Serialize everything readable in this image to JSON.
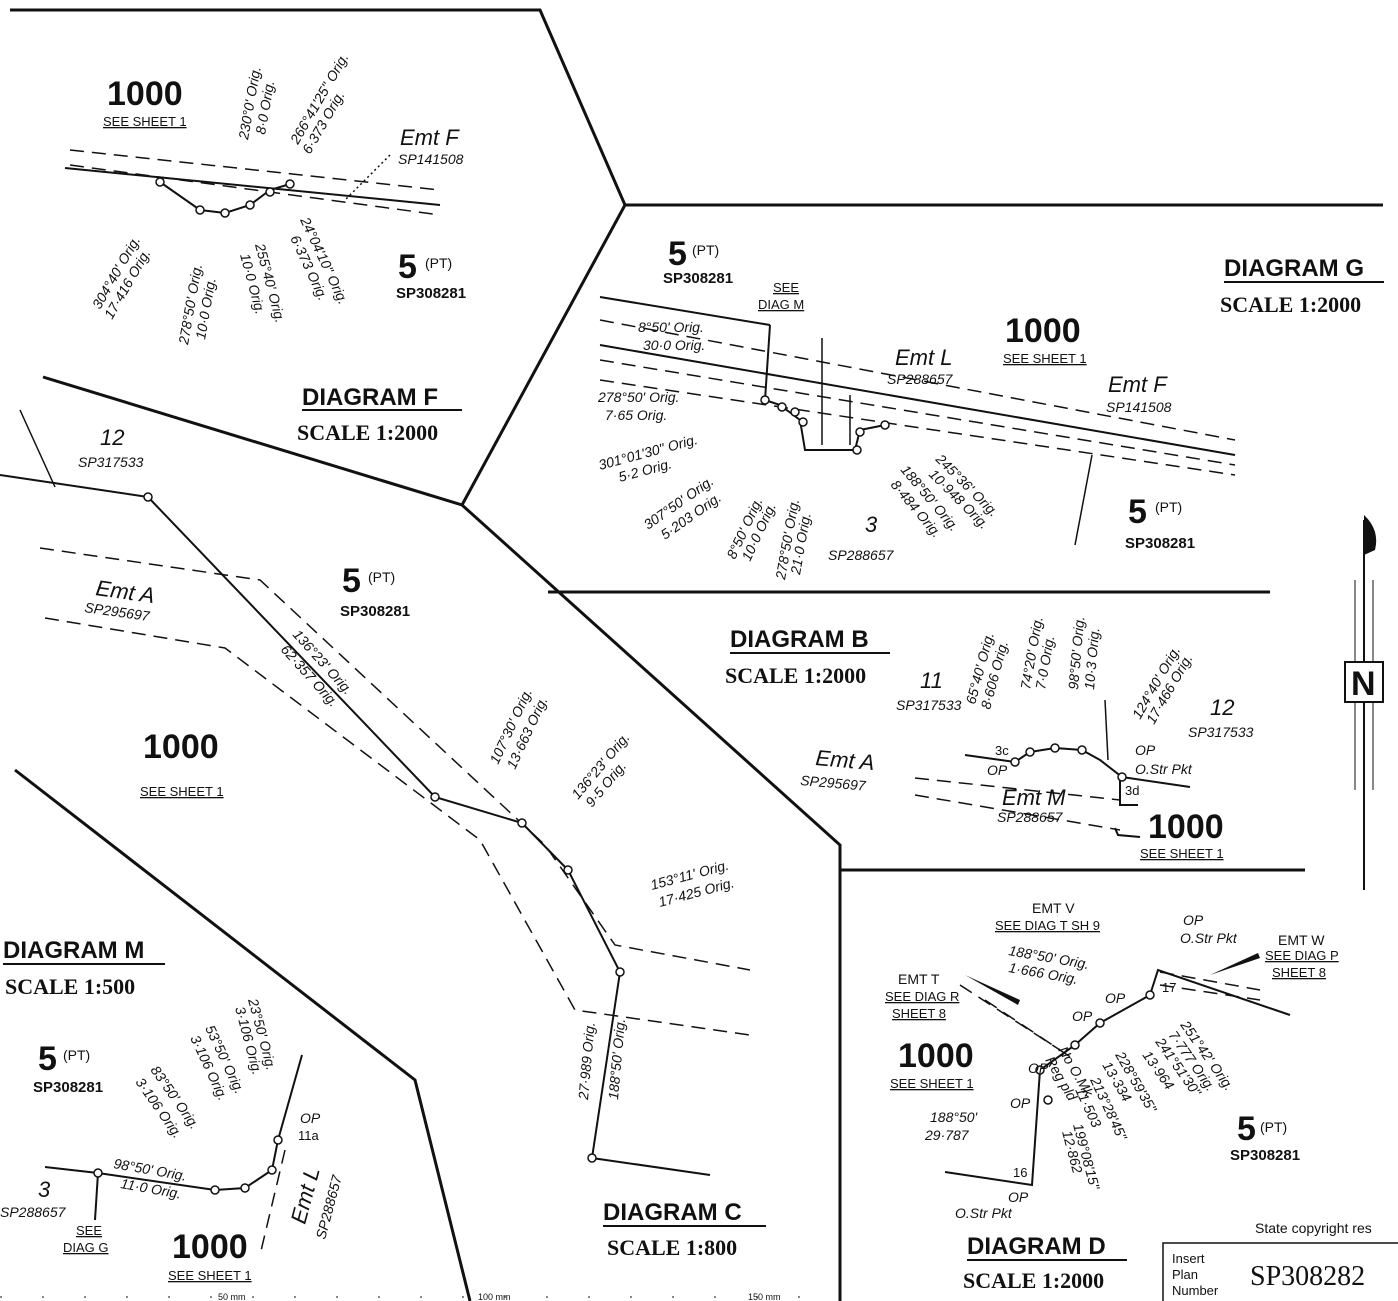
{
  "diagrams": {
    "F": {
      "title": "DIAGRAM F",
      "scale": "SCALE  1:2000",
      "lot_main": "1000",
      "lot_main_ref": "SEE SHEET 1",
      "lot_pt": "5",
      "lot_pt_suffix": "(PT)",
      "lot_pt_sp": "SP308281",
      "emt": "Emt F",
      "emt_sp": "SP141508",
      "labels": [
        "230°0' Orig.",
        "8·0 Orig.",
        "266°41'25\" Orig.",
        "6·373 Orig.",
        "304°40' Orig.",
        "17·416 Orig.",
        "278°50' Orig.",
        "10·0 Orig.",
        "255°40' Orig.",
        "10·0 Orig.",
        "24°04'10\" Orig.",
        "6·373 Orig."
      ]
    },
    "G": {
      "title": "DIAGRAM G",
      "scale": "SCALE  1:2000",
      "lot_top": "5",
      "lot_top_suffix": "(PT)",
      "lot_top_sp": "SP308281",
      "see_diag": "SEE",
      "see_diag2": "DIAG M",
      "lot_main": "1000",
      "lot_main_ref": "SEE SHEET 1",
      "emt_l": "Emt L",
      "emt_l_sp": "SP288657",
      "emt_f": "Emt F",
      "emt_f_sp": "SP141508",
      "lot_3": "3",
      "lot_3_sp": "SP288657",
      "lot_pt": "5",
      "lot_pt_suffix": "(PT)",
      "lot_pt_sp": "SP308281",
      "labels": [
        "8°50' Orig.",
        "30·0 Orig.",
        "278°50' Orig.",
        "7·65 Orig.",
        "301°01'30\" Orig.",
        "5·2 Orig.",
        "307°50' Orig.",
        "5·203 Orig.",
        "8°50' Orig.",
        "10·0 Orig.",
        "278°50' Orig.",
        "21·0 Orig.",
        "188°50' Orig.",
        "8·484 Orig.",
        "245°36' Orig.",
        "10·948 Orig."
      ]
    },
    "C": {
      "title": "DIAGRAM C",
      "scale": "SCALE  1:800",
      "lot_12": "12",
      "lot_12_sp": "SP317533",
      "emt_a": "Emt A",
      "emt_a_sp": "SP295697",
      "lot_pt": "5",
      "lot_pt_suffix": "(PT)",
      "lot_pt_sp": "SP308281",
      "lot_main": "1000",
      "lot_main_ref": "SEE SHEET 1",
      "labels": [
        "136°23' Orig.",
        "62·357 Orig.",
        "107°30' Orig.",
        "13·663 Orig.",
        "136°23' Orig.",
        "9·5 Orig.",
        "153°11' Orig.",
        "17·425 Orig.",
        "27·989 Orig.",
        "188°50' Orig."
      ]
    },
    "B": {
      "title": "DIAGRAM B",
      "scale": "SCALE  1:2000",
      "lot_11": "11",
      "lot_11_sp": "SP317533",
      "lot_12": "12",
      "lot_12_sp": "SP317533",
      "emt_a": "Emt A",
      "emt_a_sp": "SP295697",
      "emt_m": "Emt M",
      "emt_m_sp": "SP288657",
      "lot_main": "1000",
      "lot_main_ref": "SEE SHEET 1",
      "op1": "OP",
      "op2": "OP",
      "ostr": "O.Str Pkt",
      "p3c": "3c",
      "p3d": "3d",
      "labels": [
        "65°40' Orig.",
        "8·606 Orig.",
        "74°20' Orig.",
        "7·0 Orig.",
        "98°50' Orig.",
        "10·3 Orig.",
        "124°40' Orig.",
        "17·466 Orig."
      ]
    },
    "M": {
      "title": "DIAGRAM M",
      "scale": "SCALE  1:500",
      "lot_pt": "5",
      "lot_pt_suffix": "(PT)",
      "lot_pt_sp": "SP308281",
      "lot_3": "3",
      "lot_3_sp": "SP288657",
      "see": "SEE",
      "see2": "DIAG G",
      "lot_main": "1000",
      "lot_main_ref": "SEE SHEET 1",
      "emt_l": "Emt L",
      "emt_l_sp": "SP288657",
      "op": "OP",
      "p11a": "11a",
      "labels": [
        "23°50' Orig.",
        "3·106 Orig.",
        "53°50' Orig.",
        "3·106 Orig.",
        "83°50' Orig.",
        "3·106 Orig.",
        "98°50' Orig.",
        "11·0 Orig."
      ]
    },
    "D": {
      "title": "DIAGRAM D",
      "scale": "SCALE  1:2000",
      "emt_v": "EMT V",
      "emt_v_ref": "SEE DIAG T SH 9",
      "emt_w": "EMT W",
      "emt_w_ref": "SEE DIAG P",
      "emt_w_ref2": "SHEET 8",
      "emt_t": "EMT T",
      "emt_t_ref": "SEE DIAG R",
      "emt_t_ref2": "SHEET 8",
      "lot_main": "1000",
      "lot_main_ref": "SEE SHEET 1",
      "lot_pt": "5",
      "lot_pt_suffix": "(PT)",
      "lot_pt_sp": "SP308281",
      "op": "OP",
      "ostr": "O.Str Pkt",
      "p16": "16",
      "p17": "17",
      "nomk": "No O.Mk",
      "regpld": "Reg pld",
      "labels": [
        "188°50' Orig.",
        "1·666 Orig.",
        "251°42' Orig.",
        "7·777 Orig.",
        "241°51'30\"",
        "13·964",
        "228°59'35\"",
        "13·334",
        "213°28'45\"",
        "11·503",
        "199°08'15\"",
        "12·862",
        "188°50'",
        "29·787"
      ]
    }
  },
  "footer": {
    "copyright": "State copyright res",
    "insert_label1": "Insert",
    "insert_label2": "Plan",
    "insert_label3": "Number",
    "plan_number": "SP308282",
    "ruler1": "50 mm",
    "ruler2": "100 mm",
    "ruler3": "150 mm"
  },
  "north": "N"
}
